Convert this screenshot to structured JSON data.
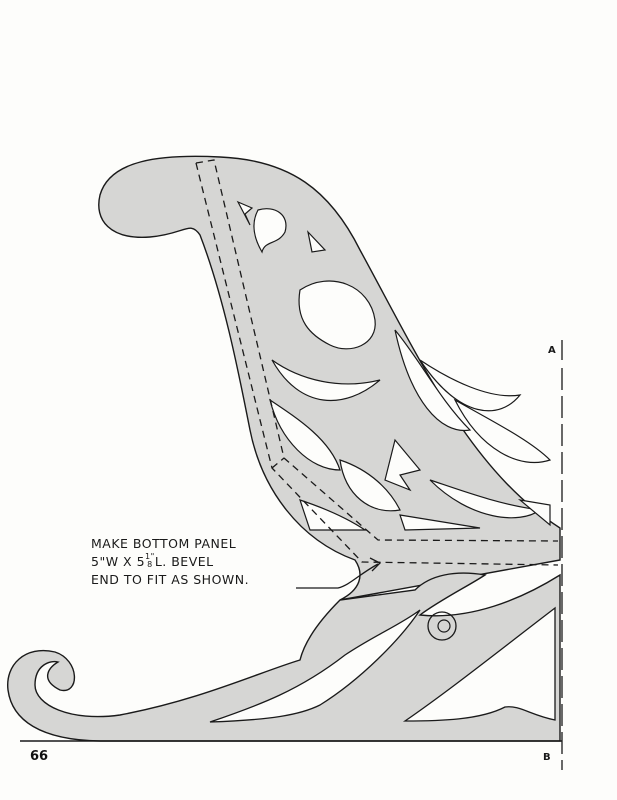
{
  "page": {
    "number": "66",
    "fill_color": "#d6d6d4",
    "line_color": "#1a1a1a",
    "background": "#fdfdfb"
  },
  "annotation": {
    "line1": "MAKE BOTTOM PANEL",
    "line2_prefix": "5\"W x 5",
    "line2_frac_num": "1\"",
    "line2_frac_den": "8",
    "line2_suffix": "L. BEVEL",
    "line3": "END TO FIT AS SHOWN."
  },
  "markers": {
    "top": "A",
    "bottom": "B"
  },
  "drawing": {
    "subject": "sleigh side panel pattern",
    "elements": [
      "scroll-top",
      "fretwork-scrollwork",
      "dashed-panel-guides",
      "runner-with-curl",
      "center-line-A-B"
    ]
  }
}
